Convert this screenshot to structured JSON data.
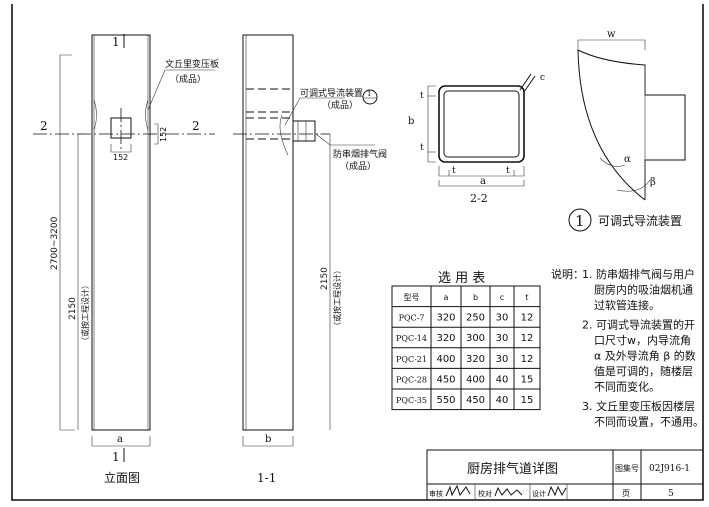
{
  "elevation": {
    "section_mark_top": "1",
    "section_mark_bottom": "1",
    "section_left": "2",
    "section_right": "2",
    "dim_total": "2700~3200",
    "dim_2150": "2150",
    "dim_note": "（或按工程设计）",
    "dim_152_h": "152",
    "dim_152_v": "152",
    "dim_width": "a",
    "callout_venturi": "文丘里变压板",
    "callout_venturi_sub": "（成品）",
    "caption": "立面图"
  },
  "section_1_1": {
    "callout_guide": "可调式导流装置",
    "callout_guide_sub": "（成品）",
    "detail_ref": "1",
    "callout_valve": "防串烟排气阀",
    "callout_valve_sub": "（成品）",
    "dim_2150": "2150",
    "dim_note": "（或按工程设计）",
    "dim_width": "b",
    "caption": "1-1"
  },
  "section_2_2": {
    "label_t_top": "t",
    "label_t_mid": "t",
    "label_b": "b",
    "label_t_left": "t",
    "label_t_right": "t",
    "label_a": "a",
    "label_c": "c",
    "caption": "2-2"
  },
  "detail_1": {
    "label_w": "w",
    "label_alpha": "α",
    "label_beta": "β",
    "number": "1",
    "caption": "可调式导流装置"
  },
  "selection_table": {
    "title": "选 用 表",
    "headers": [
      "型号",
      "a",
      "b",
      "c",
      "t"
    ],
    "rows": [
      [
        "PQC-7",
        "320",
        "250",
        "30",
        "12"
      ],
      [
        "PQC-14",
        "320",
        "300",
        "30",
        "12"
      ],
      [
        "PQC-21",
        "400",
        "320",
        "30",
        "12"
      ],
      [
        "PQC-28",
        "450",
        "400",
        "40",
        "15"
      ],
      [
        "PQC-35",
        "550",
        "450",
        "40",
        "15"
      ]
    ]
  },
  "notes": {
    "label": "说明：",
    "items": [
      [
        "1. 防串烟排气阀与用户",
        "厨房内的吸油烟机通",
        "过软管连接。"
      ],
      [
        "2. 可调式导流装置的开",
        "口尺寸w，内导流角",
        "α 及外导流角 β 的数",
        "值是可调的，随楼层",
        "不同而变化。"
      ],
      [
        "3. 文丘里变压板因楼层",
        "不同而设置，不通用。"
      ]
    ]
  },
  "title_block": {
    "title": "厨房排气道详图",
    "atlas_label": "图集号",
    "atlas_no": "02J916-1",
    "review_label": "审核",
    "check_label": "校对",
    "design_label": "设计",
    "page_label": "页",
    "page_no": "5"
  }
}
